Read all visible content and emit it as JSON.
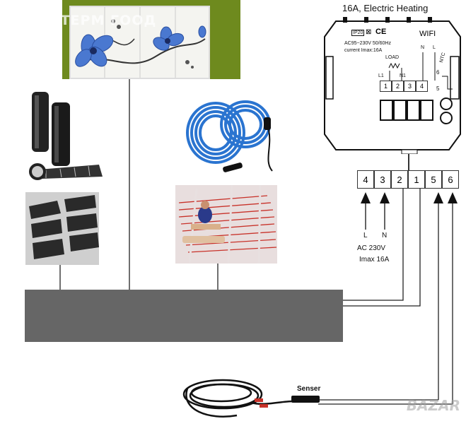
{
  "watermark": "АКУАТЕРМ ГООД",
  "watermark_bottom": "BAZAR",
  "device": {
    "title": "16A, Electric Heating",
    "ip_badge": "IP20",
    "ce_mark": "CE",
    "wifi": "WIFI",
    "spec_voltage": "AC95~230V 50/60Hz",
    "spec_current": "current Imax:16A",
    "load_label": "LOAD",
    "n_label": "N",
    "l_label": "L",
    "l1_label": "L1",
    "n1_label": "N1",
    "ntc_label": "NTC",
    "terminals_top": [
      "1",
      "2",
      "3",
      "4"
    ],
    "side_6": "6",
    "side_5": "5"
  },
  "terminal_block": [
    "4",
    "3",
    "2",
    "1",
    "5",
    "6"
  ],
  "power": {
    "l_label": "L",
    "n_label": "N",
    "voltage": "AC 230V",
    "current": "Imax 16A"
  },
  "sensor_label": "Senser",
  "colors": {
    "hub": "#666666",
    "panel_green": "#6e8a1e",
    "cable_blue": "#2a74d0",
    "heating_wire_red": "#c8322a"
  }
}
